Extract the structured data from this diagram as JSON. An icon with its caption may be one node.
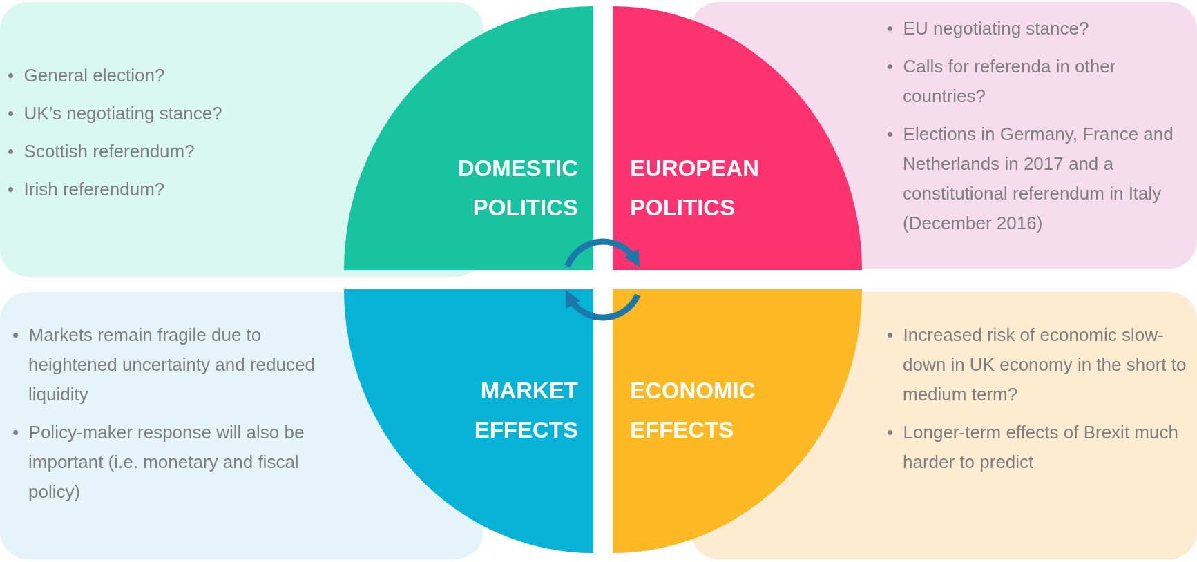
{
  "diagram": {
    "nodes": [
      {
        "text": [
          "•  General election?",
          "•  UK’s negotiating stance?",
          "•  Scottish referendum?",
          "•  Irish referendum?"
        ]
      },
      {
        "text": [
          "DOMESTIC POLITICS"
        ]
      },
      {
        "text": [
          "EUROPEAN POLITICS"
        ]
      },
      {
        "text": [
          "•  EU negotiating stance?",
          "•  Calls for referenda in other countries?",
          "•  Elections in Germany, France and Netherlands in 2017 and a constitutional referendum in Italy (December 2016)"
        ]
      },
      {
        "text": [
          "•  Markets remain fragile due to heightened uncertainty and reduced liquidity",
          "•  Policy-maker response will also be important (i.e. monetary and fiscal policy)"
        ]
      },
      {
        "text": [
          "MARKET EFFECTS"
        ]
      },
      {
        "text": [
          "ECONOMIC EFFECTS"
        ]
      },
      {
        "text": [
          "•  Increased risk of economic slow-down in UK economy in the short to medium term?",
          "•  Longer-term effects of Brexit much harder to predict"
        ]
      }
    ],
    "edges": [
      {
        "from": 1,
        "to": 2,
        "arrow": "to"
      },
      {
        "from": 6,
        "to": 5,
        "arrow": "to"
      }
    ]
  }
}
